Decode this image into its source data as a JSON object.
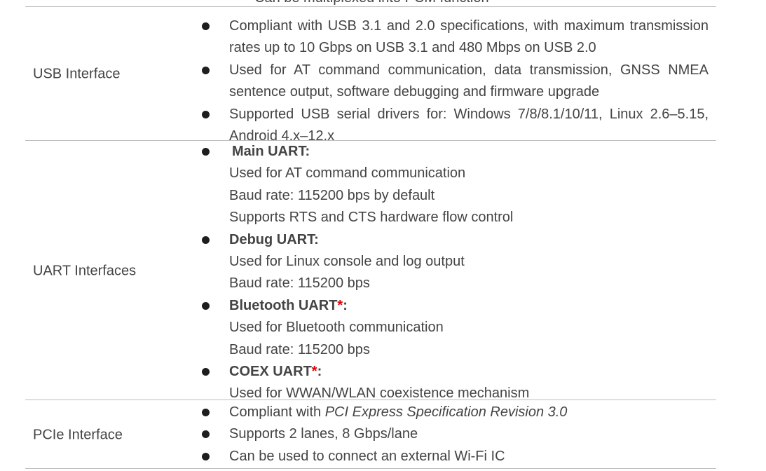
{
  "top_cut_text": "Can be multiplexed into PCM function",
  "rows": {
    "usb": {
      "label": "USB Interface",
      "bullets": [
        "Compliant with USB 3.1 and 2.0 specifications, with maximum transmission rates up to 10 Gbps on USB 3.1 and 480 Mbps on USB 2.0",
        "Used for AT command communication, data transmission, GNSS NMEA sentence output, software debugging and firmware upgrade",
        "Supported USB serial drivers for: Windows 7/8/8.1/10/11, Linux 2.6–5.15, Android 4.x–12.x"
      ]
    },
    "uart": {
      "label": "UART Interfaces",
      "main": {
        "title": "Main UART:",
        "lines": [
          "Used for AT command communication",
          "Baud rate: 115200 bps by default",
          "Supports RTS and CTS hardware flow control"
        ]
      },
      "debug": {
        "title": "Debug UART:",
        "lines": [
          "Used for Linux console and log output",
          "Baud rate: 115200 bps"
        ]
      },
      "bluetooth": {
        "title": "Bluetooth UART",
        "star": "*",
        "colon": ":",
        "lines": [
          "Used for Bluetooth communication",
          "Baud rate: 115200 bps"
        ]
      },
      "coex": {
        "title": "COEX UART",
        "star": "*",
        "colon": ":",
        "lines": [
          "Used for WWAN/WLAN coexistence mechanism"
        ]
      }
    },
    "pcie": {
      "label": "PCIe Interface",
      "b1_prefix": "Compliant with ",
      "b1_italic": "PCI Express Specification Revision 3.0",
      "b2": "Supports 2 lanes, 8 Gbps/lane",
      "b3": "Can be used to connect an external Wi-Fi IC"
    }
  }
}
